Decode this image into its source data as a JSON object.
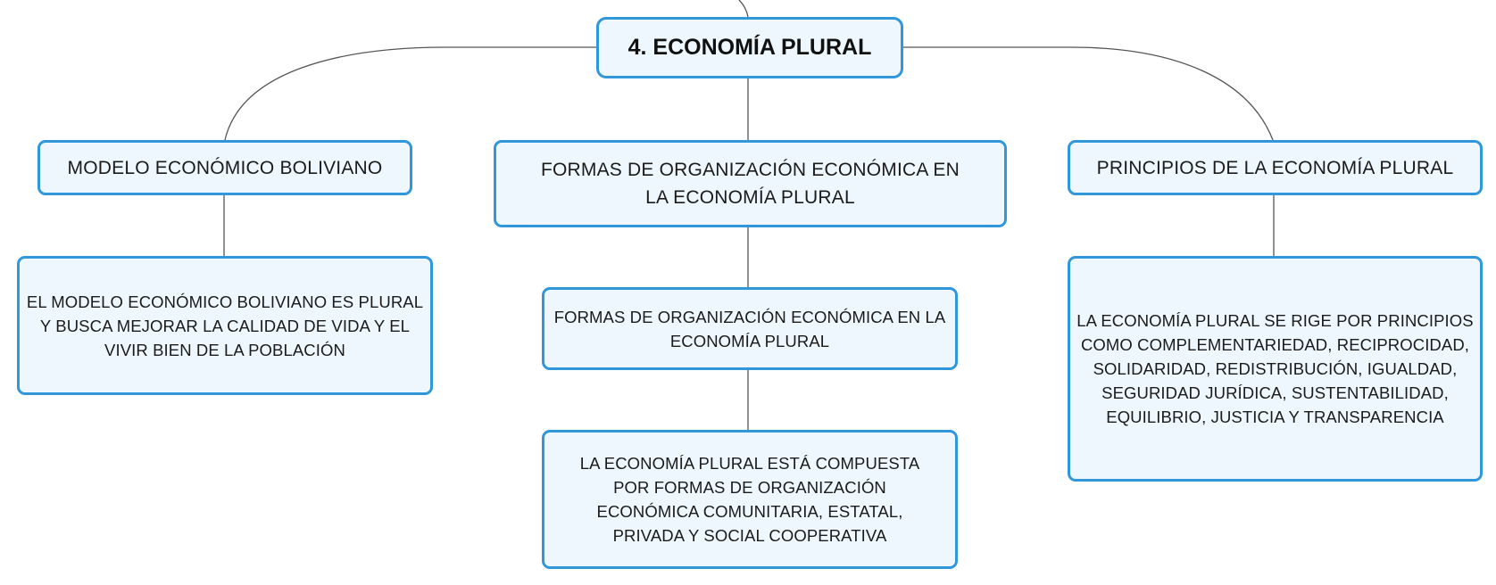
{
  "diagram": {
    "root": {
      "label": "4. ECONOMÍA PLURAL"
    },
    "branches": [
      {
        "label": "MODELO ECONÓMICO BOLIVIANO",
        "child": "EL MODELO ECONÓMICO BOLIVIANO ES PLURAL Y BUSCA MEJORAR LA CALIDAD DE VIDA Y EL VIVIR BIEN DE LA POBLACIÓN"
      },
      {
        "label": "FORMAS DE ORGANIZACIÓN ECONÓMICA EN LA ECONOMÍA PLURAL",
        "child": "FORMAS DE ORGANIZACIÓN ECONÓMICA EN LA ECONOMÍA PLURAL",
        "grandchild": "LA ECONOMÍA PLURAL ESTÁ COMPUESTA POR FORMAS DE ORGANIZACIÓN ECONÓMICA COMUNITARIA, ESTATAL, PRIVADA Y SOCIAL COOPERATIVA"
      },
      {
        "label": "PRINCIPIOS DE LA ECONOMÍA PLURAL",
        "child": "LA ECONOMÍA PLURAL SE RIGE POR PRINCIPIOS COMO COMPLEMENTARIEDAD, RECIPROCIDAD, SOLIDARIDAD, REDISTRIBUCIÓN, IGUALDAD, SEGURIDAD JURÍDICA, SUSTENTABILIDAD, EQUILIBRIO, JUSTICIA Y TRANSPARENCIA"
      }
    ]
  },
  "colors": {
    "node_border": "#2f97da",
    "node_fill": "#eef7fd",
    "connector": "#555555"
  }
}
